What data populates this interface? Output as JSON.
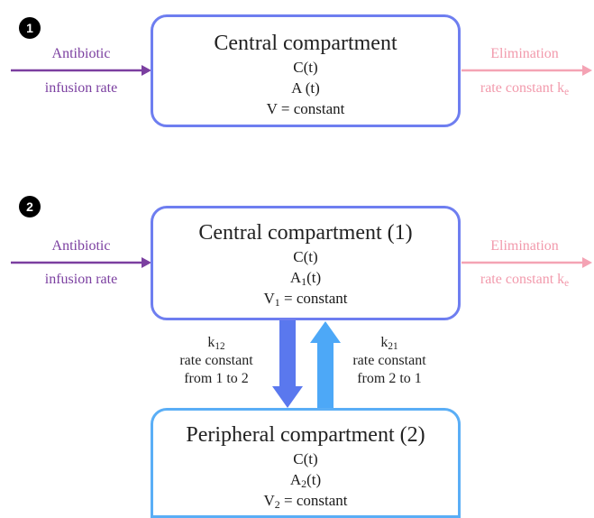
{
  "panel1": {
    "badge": "1",
    "box": {
      "title": "Central compartment",
      "line1": "C(t)",
      "line2": "A (t)",
      "line3": "V = constant"
    },
    "input_label_1": "Antibiotic",
    "input_label_2": "infusion rate",
    "output_label_1": "Elimination",
    "output_label_2": "rate constant k",
    "output_label_2_sub": "e"
  },
  "panel2": {
    "badge": "2",
    "central": {
      "title": "Central compartment (1)",
      "line1": "C(t)",
      "line2_main": "A",
      "line2_sub": "1",
      "line2_tail": "(t)",
      "line3_main": "V",
      "line3_sub": "1",
      "line3_tail": " = constant"
    },
    "peripheral": {
      "title": "Peripheral compartment (2)",
      "line1": "C(t)",
      "line2_main": "A",
      "line2_sub": "2",
      "line2_tail": "(t)",
      "line3_main": "V",
      "line3_sub": "2",
      "line3_tail": " = constant"
    },
    "input_label_1": "Antibiotic",
    "input_label_2": "infusion rate",
    "output_label_1": "Elimination",
    "output_label_2": "rate constant k",
    "output_label_2_sub": "e",
    "k12": {
      "symbol": "k",
      "sub": "12",
      "line2": "rate constant",
      "line3": "from 1 to 2"
    },
    "k21": {
      "symbol": "k",
      "sub": "21",
      "line2": "rate constant",
      "line3": "from 2 to 1"
    }
  },
  "colors": {
    "input_arrow": "#7b3fa0",
    "output_arrow": "#f4a3b4",
    "central_border": "#6e7ef0",
    "peripheral_border": "#5aaef6",
    "arrow_down": "#5a78ee",
    "arrow_up": "#4da8f7"
  }
}
